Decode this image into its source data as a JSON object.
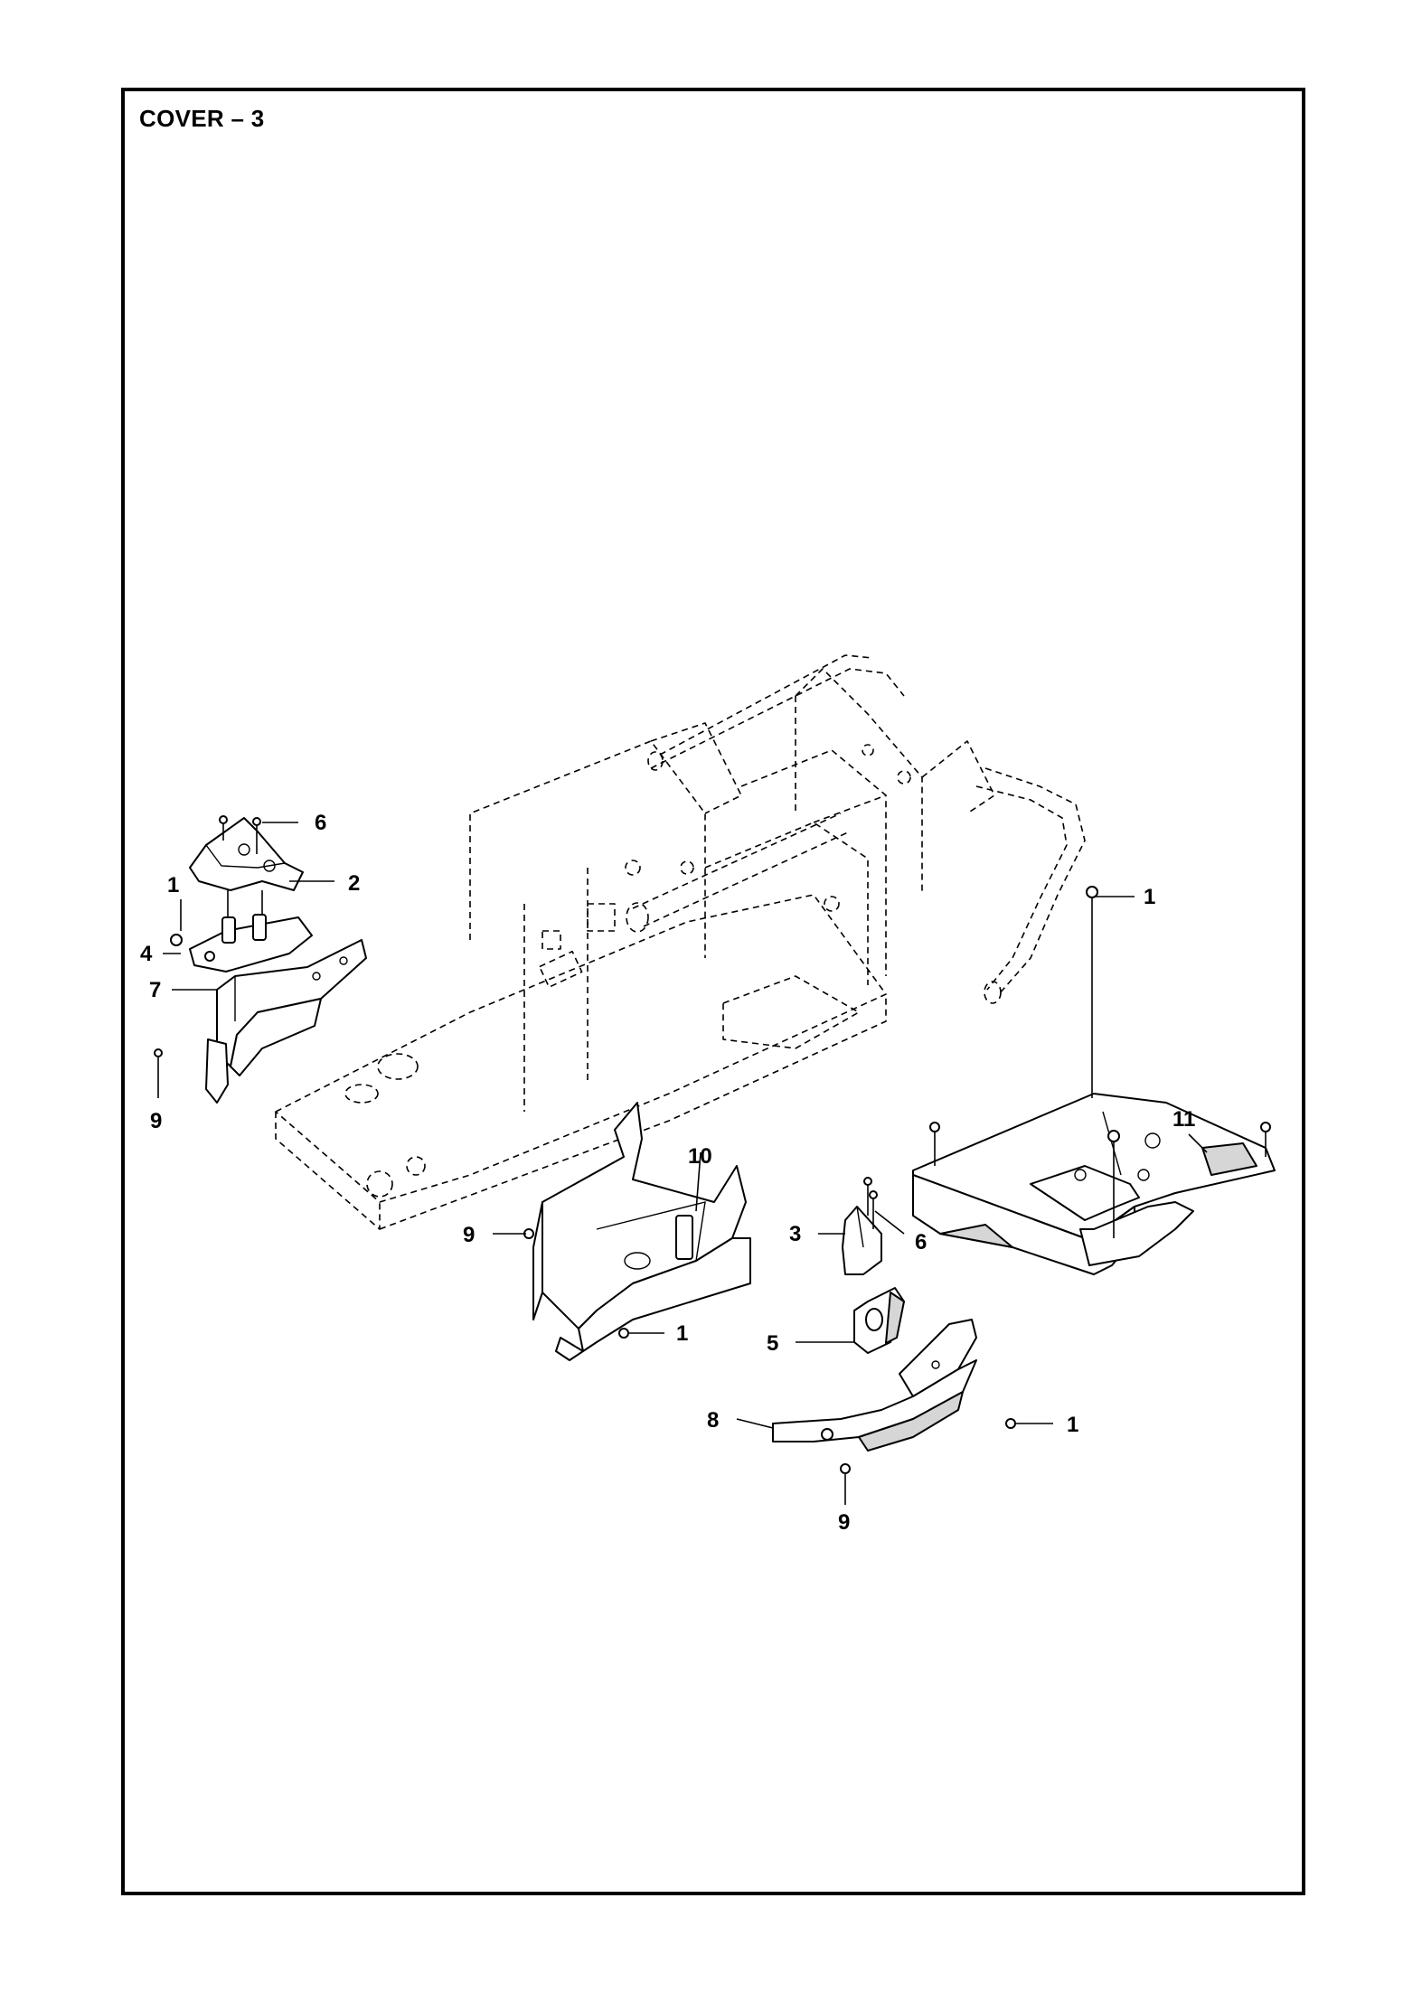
{
  "title": "COVER – 3",
  "callouts": [
    "6",
    "1",
    "2",
    "4",
    "7",
    "9",
    "1",
    "11",
    "10",
    "9",
    "3",
    "6",
    "1",
    "5",
    "8",
    "1",
    "9"
  ]
}
